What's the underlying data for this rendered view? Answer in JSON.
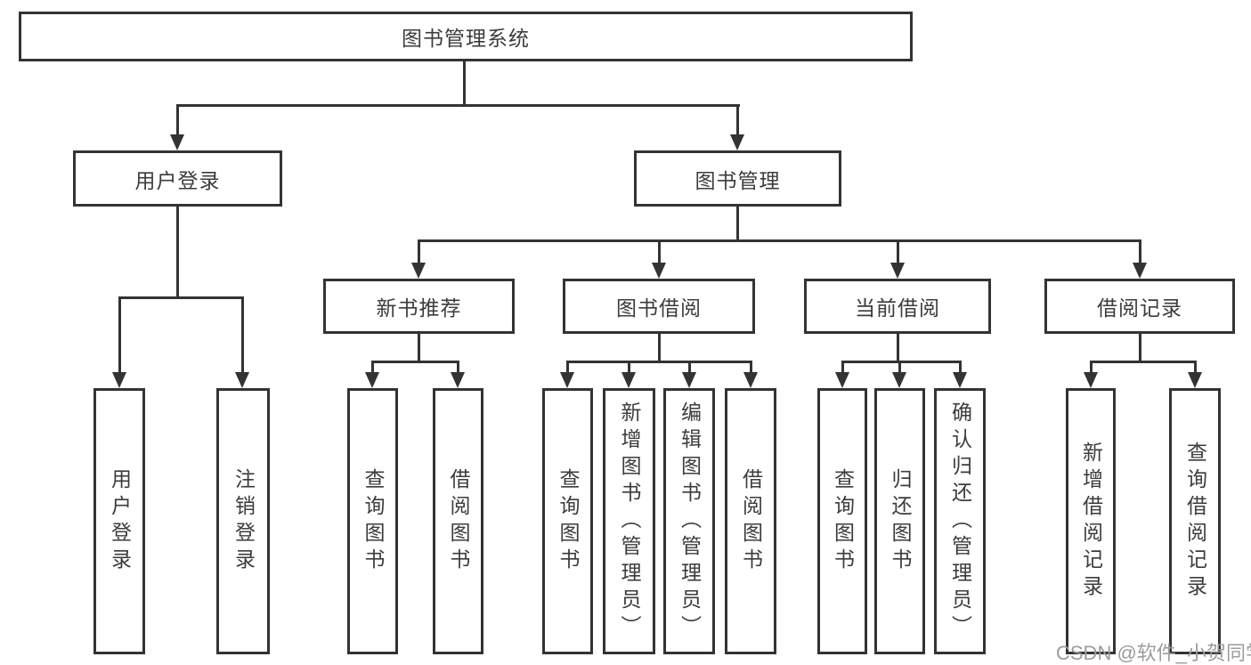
{
  "title": {
    "label": "图书管理系统"
  },
  "branches": {
    "user_login": {
      "label": "用户登录",
      "children": [
        {
          "label": "用户登录"
        },
        {
          "label": "注销登录"
        }
      ]
    },
    "book_mgmt": {
      "label": "图书管理"
    }
  },
  "modules": [
    {
      "label": "新书推荐",
      "children": [
        {
          "label": "查询图书"
        },
        {
          "label": "借阅图书"
        }
      ]
    },
    {
      "label": "图书借阅",
      "children": [
        {
          "label": "查询图书"
        },
        {
          "label": "新增图书（管理员）"
        },
        {
          "label": "编辑图书（管理员）"
        },
        {
          "label": "借阅图书"
        }
      ]
    },
    {
      "label": "当前借阅",
      "children": [
        {
          "label": "查询图书"
        },
        {
          "label": "归还图书"
        },
        {
          "label": "确认归还（管理员）"
        }
      ]
    },
    {
      "label": "借阅记录",
      "children": [
        {
          "label": "新增借阅记录"
        },
        {
          "label": "查询借阅记录"
        }
      ]
    }
  ],
  "watermark": {
    "text": "CSDN @软件_小贺同学"
  },
  "colors": {
    "line": "#333333",
    "text": "#3c3c3c",
    "watermark": "#9c9c9c",
    "background": "#ffffff"
  }
}
